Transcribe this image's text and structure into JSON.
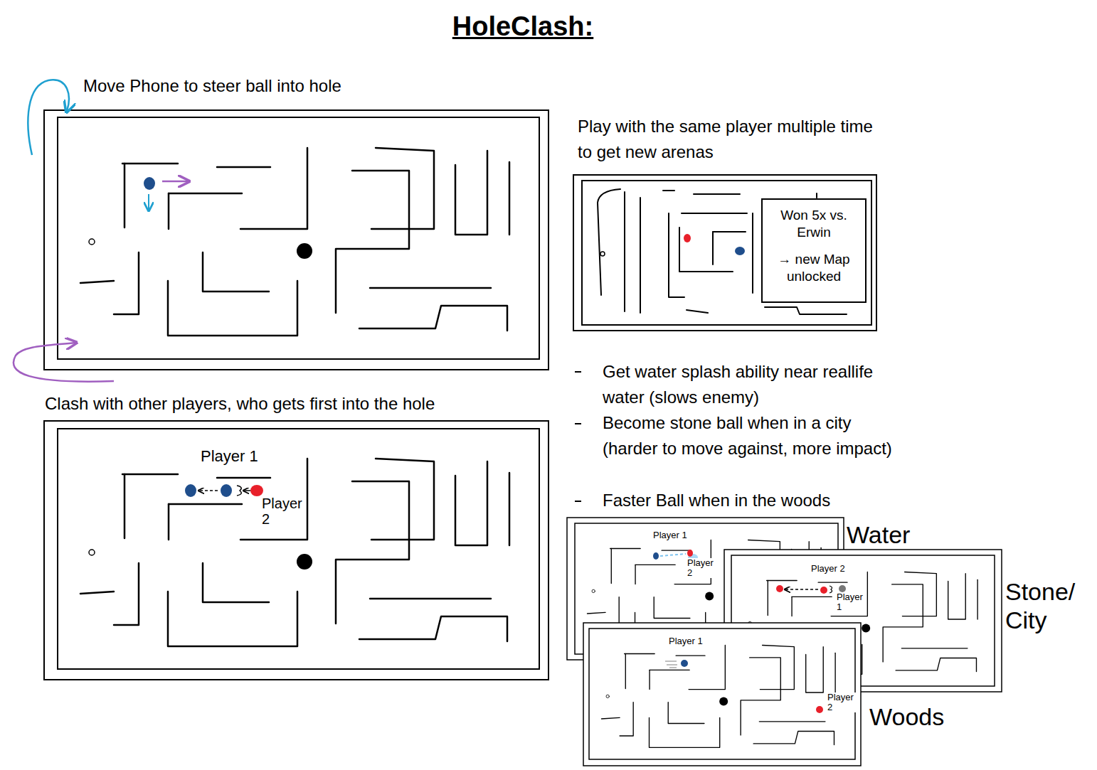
{
  "diagram": {
    "title": "HoleClash:",
    "nodes": [
      {
        "text": [
          "Won 5x vs. Erwin",
          "→ new Map unlocked"
        ]
      }
    ],
    "labels": [
      "Move Phone to steer ball into hole",
      "Play with the same player multiple time to get new arenas",
      "Clash with other players, who gets first into the hole",
      "Player 1",
      "Player 2",
      "Get water splash ability near reallife water (slows enemy)",
      "Become stone ball when in a city (harder to move against, more impact)",
      "Faster Ball when in the woods",
      "Player 1",
      "Player 2",
      "Water",
      "Player 2",
      "Player 1",
      "Stone/ City",
      "Player 1",
      "Player 2",
      "Woods"
    ]
  }
}
